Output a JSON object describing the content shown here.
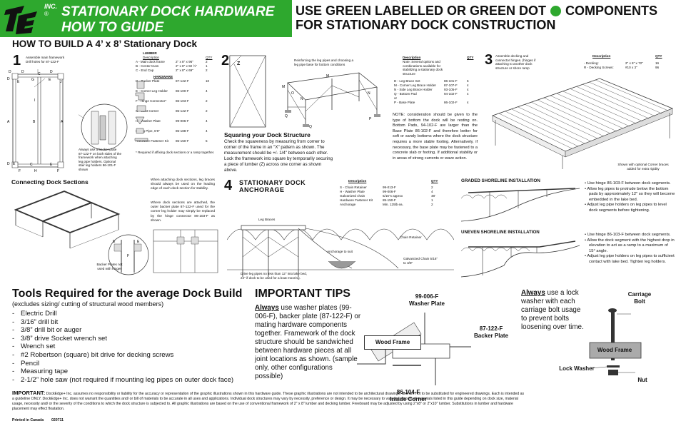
{
  "header": {
    "logo_text": "INC.",
    "logo_reg": "®",
    "title_line1": "STATIONARY DOCK HARDWARE",
    "title_line2": "HOW TO GUIDE",
    "use_green_line1a": "USE GREEN LABELLED OR GREEN DOT",
    "use_green_line1b": "COMPONENTS",
    "use_green_line2": "FOR STATIONARY DOCK CONSTRUCTION"
  },
  "build": {
    "title": "HOW TO BUILD A 4’ x 8’ Stationary Dock",
    "step1": {
      "num": "1",
      "note": "Assemble main framework Drill holes for 87-122-F",
      "lumber_title": "LUMBER",
      "desc_h": "Description",
      "qty_h": "QTY",
      "lumber": [
        [
          "A - Main dock frame",
          "2\" x 8\" x 96\"",
          "2"
        ],
        [
          "B - Center truss",
          "2\" x 8\" x 92 ½\"",
          "1"
        ],
        [
          "C - End Cap",
          "2\" x 8\" x 69\"",
          "2"
        ]
      ],
      "hardware_title": "HARDWARE",
      "hardware": [
        [
          "D - Backer Plate",
          "87-122-F",
          "10"
        ],
        [
          "E - Corner Leg Holder",
          "86-100-F",
          "4"
        ],
        [
          "F - Hinge Connector*",
          "86-103-F",
          "2"
        ],
        [
          "G - Joist Corner",
          "85-122-F",
          "2"
        ],
        [
          "H - Washer Plate",
          "99-006-F",
          "4"
        ],
        [
          "I - Leg Pipe, 6’8\"",
          "85-188-F",
          "4"
        ],
        [
          "Hardware Fastener Kit",
          "85-150-F",
          "5"
        ]
      ],
      "footnote": "* Required if affixing dock sections or a ramp together.",
      "callout": "Always use a backer plate 87-122-F on both sides of the framework when attaching leg pipe holders. Optional stair leg holders 86-101-F shown",
      "labels": [
        "D",
        "D",
        "C",
        "D",
        "E",
        "G",
        "I",
        "E",
        "D",
        "A",
        "B",
        "A",
        "D",
        "E",
        "C",
        "H",
        "E",
        "F",
        "F",
        "I",
        "J"
      ]
    },
    "step2": {
      "num": "2",
      "note": "Reinforcing the leg pipes and choosing a leg pipe base for bottom conditions",
      "desc_h": "Description",
      "qty_h": "QTY",
      "desc_sub": "Note: Several options and combinations available for stabilizing a stationary dock structure",
      "items": [
        [
          "D - Leg Brace Set",
          "86-101-F",
          "6"
        ],
        [
          "M - Corner Leg Brace Holder",
          "87-107-F",
          "4"
        ],
        [
          "N - Side Leg Brace Holder",
          "93-105-F",
          "4"
        ],
        [
          "Q - Bottom Pad",
          "94-102-F",
          "4"
        ],
        [
          "or",
          "",
          ""
        ],
        [
          "P - Base Plate",
          "86-102-F",
          "4"
        ]
      ],
      "square_title": "Squaring your Dock Structure",
      "square_body": "Check the squareness by measuring from corner to corner of the frame in an \"X\" pattern as shown. The measurement should be +/- 1/4\" between each other. Lock the framework into square by temporarily securing a piece of lumber (Z) across one corner as shown above.",
      "note_body": "NOTE: consideration should be given to the type of bottom the dock will be resting on. Bottom Pads, 94-102-F are larger than the Base Plate 86-102-F and therefore better for soft or sandy bottoms where the dock structure requires a more stable footing. Alternatively, if necessary, the base plate may be fastened to a concrete slab or footing. If additional stability or in areas of strong currents or wave action.",
      "z_label": "Z"
    },
    "step3": {
      "num": "3",
      "note": "Assemble decking and connector hinges. (hinges if attaching to another dock structure or shore ramp",
      "desc_h": "Description",
      "qty_h": "QTY",
      "items": [
        [
          "- Decking:",
          "2\" x 6\" x 72\"",
          "16"
        ],
        [
          "R - Decking Screws:",
          "#10 x 3\"",
          "96"
        ]
      ],
      "caption": "Shown with optional Corner braces added for extra rigidity"
    },
    "connecting": {
      "title": "Connecting Dock Sections",
      "para1": "When attaching dock sections, leg braces should always be used on the leading edge of each dock section for stability.",
      "para2": "Where dock sections are attached, the outer backer plate 87-122-F used for the corner leg holder may simply be replaced by the hinge connector 86-103-F as shown.",
      "callout": "Backer Plates not used with hinges"
    },
    "step4": {
      "num": "4",
      "title_line1": "STATIONARY DOCK",
      "title_line2": "ANCHORAGE",
      "desc_h": "Description",
      "qty_h": "QTY",
      "items": [
        [
          "S - Chain Retainer",
          "99-013-F",
          "2"
        ],
        [
          "H - Washer Plate",
          "99-006-F",
          "4"
        ],
        [
          "Galvanized chain",
          "5/16\"x approx",
          "48'"
        ],
        [
          "Hardware Fastener Kit",
          "85-150-F",
          "1"
        ],
        [
          "Anchorage",
          "Min. 125lb ea.",
          "2"
        ]
      ],
      "leg_braces": "Leg Braces",
      "chain_retainer": "Chain Retainer",
      "anchorage": "Anchorage to suit",
      "galv": "Galvanized Chain 5/16\" to 3/8\"",
      "caption": "Drive leg pipes no less than 12\" into lake bed, 24\" if dock to be used for a boat mooring."
    },
    "graded": {
      "title": "GRADED SHORELINE INSTALLATION",
      "bullets": [
        "Use hinge 86-103-F between dock segments.",
        "Allow leg pipes to protrude below the bottom pads by approximately 12\" so they will become embedded in the lake bed.",
        "Adjust leg pipe holders on leg pipes to level dock segments before tightening."
      ]
    },
    "uneven": {
      "title": "UNEVEN SHORELINE INSTALLATION",
      "bullets": [
        "Use hinge 86-103-F between dock segments.",
        "Allow the dock segment with the highest drop in elevation to act as a ramp to a maximum of 15° angle.",
        "Adjust leg pipe holders on leg pipes to sufficient contact with lake bed. Tighten leg holders."
      ]
    }
  },
  "tools": {
    "title": "Tools Required for the average Dock Build",
    "subtitle": "(excludes sizing/ cutting of structural wood members)",
    "items": [
      "Electric Drill",
      "3/16” drill bit",
      "3/8” drill bit or auger",
      "3/8” drive Socket wrench set",
      "Wrench set",
      "#2 Robertson (square) bit drive for decking screws",
      "Pencil",
      "Measuring tape",
      "2-1/2” hole saw (not required if mounting leg pipes on outer dock face)"
    ]
  },
  "tips": {
    "title": "IMPORTANT TIPS",
    "always": "Always",
    "body1": "use washer plates (99-006-F), backer plate (87-122-F) or mating hardware components together. Framework of the dock structure should be sandwiched between hardware pieces at all joint locations as shown. (sample only, other configurations possible)",
    "washer_plate": "99-006-F\nWasher Plate",
    "backer_plate": "87-122-F\nBacker Plate",
    "inside_corner": "86-104-F\nInside Corner",
    "wood_frame": "Wood Frame",
    "always2": "Always",
    "body2": "use a lock washer with each carriage bolt usage to prevent bolts loosening over time.",
    "carriage_bolt": "Carriage\nBolt",
    "wood_frame2": "Wood Frame",
    "lock_washer": "Lock Washer",
    "nut": "Nut"
  },
  "important": {
    "label": "IMPORTANT:",
    "body": "DockEdge+ Inc. assumes no responsibility or liability for the accuracy or representation of the graphic illustrations shown in this hardware guide. These graphic illustrations are not intended to be architectural drawings, and are not to be substituted for engineered drawings. Each is intended as a guideline ONLY. DockEdge+ Inc. does not warrant the quantities and/ or bill of materials to be accurate in all uses and applications. Individual dock structures may vary by necessity, preference or design. It may be necessary to vary the amount of materials listed in this guide depending on dock size, material usage, necessity and/ or the severity of the conditions to which the dock structure is subjected to. All graphic illustrations are based on the use of conventional framework of 2\" x 8\" lumber and decking lumber. Freeboard may be adjusted by using 2\"x8\" or 2\"x10\" lumber. Substitutions in lumber and hardware placement may effect floatation.",
    "printed": "Printed in Canada",
    "code": "020711"
  },
  "colors": {
    "green": "#2ea82e",
    "ink": "#111111"
  }
}
